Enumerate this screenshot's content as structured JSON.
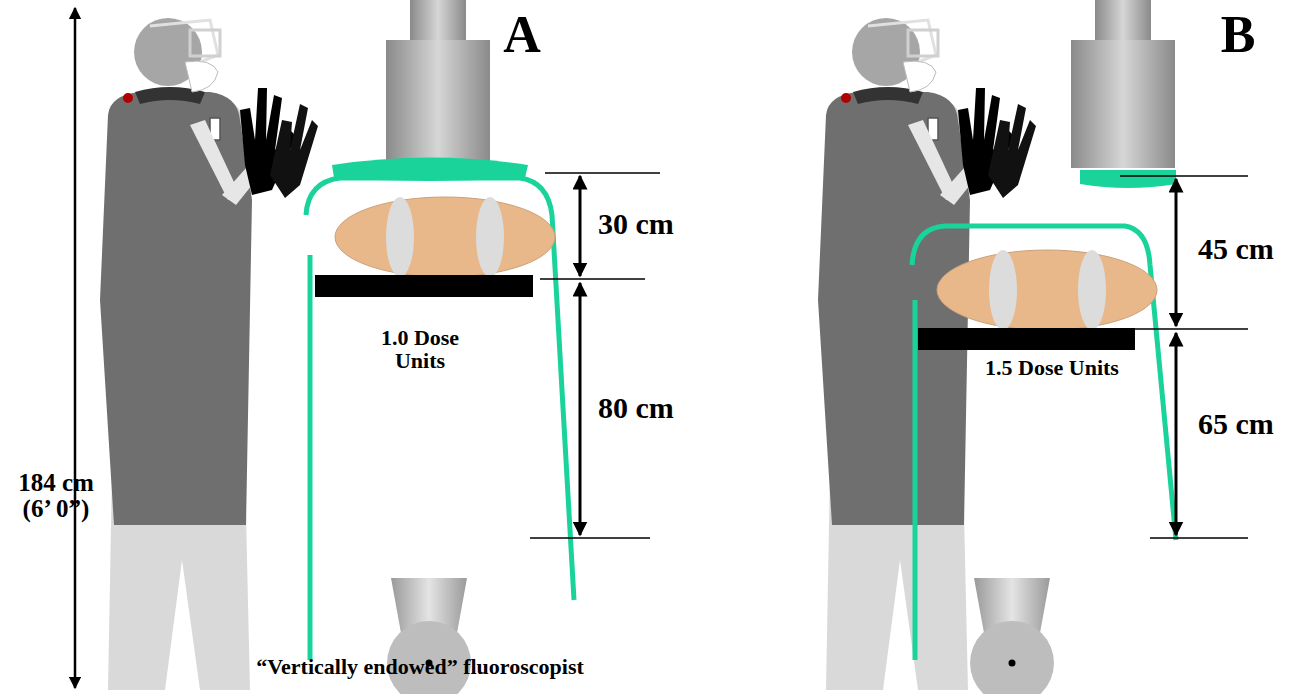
{
  "diagram": {
    "labels": [
      "A",
      "B",
      "30 cm",
      "80 cm",
      "1.0 Dose Units",
      "45 cm",
      "65 cm",
      "1.5 Dose Units",
      "184 cm (6’ 0”)",
      "“Vertically endowed” fluoroscopist"
    ]
  }
}
